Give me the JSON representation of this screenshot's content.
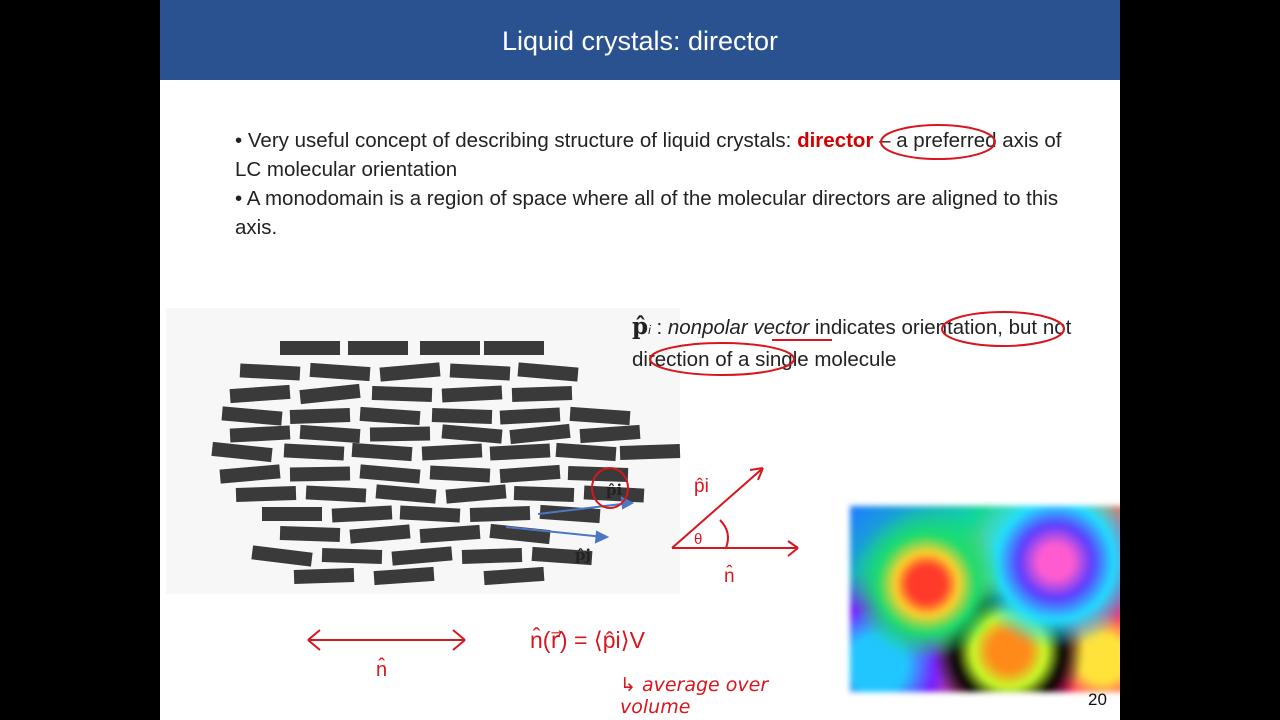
{
  "slide": {
    "title": "Liquid crystals: director",
    "bullet1_pre": "• Very useful concept of describing structure of liquid crystals: ",
    "bullet1_term": "director",
    "bullet1_post": " – a preferred axis of LC molecular orientation",
    "bullet2": "•  A monodomain is a region of space where all of the molecular directors are aligned to this axis.",
    "pvec_symbol": "p̂",
    "pvec_sub": "i",
    "pvec_italic": "nonpolar vector",
    "pvec_text_a": " indicates ",
    "pvec_highlight1": "orientation",
    "pvec_text_b": ", but ",
    "pvec_highlight2": "not direction",
    "pvec_text_c": " of a single molecule",
    "label_pi": "p̂i",
    "label_pj": "p̂j",
    "page_number": "20"
  },
  "annotations": {
    "angle_pi": "p̂i",
    "angle_theta": "θ",
    "angle_n": "n̂",
    "director_n": "n̂",
    "equation": "n̂(r⃗) = ⟨p̂i⟩V",
    "note": "↳ average over volume"
  },
  "colors": {
    "title_bar": "#2a5290",
    "ink_red": "#d8161d",
    "arrow_blue": "#4a78c4"
  }
}
